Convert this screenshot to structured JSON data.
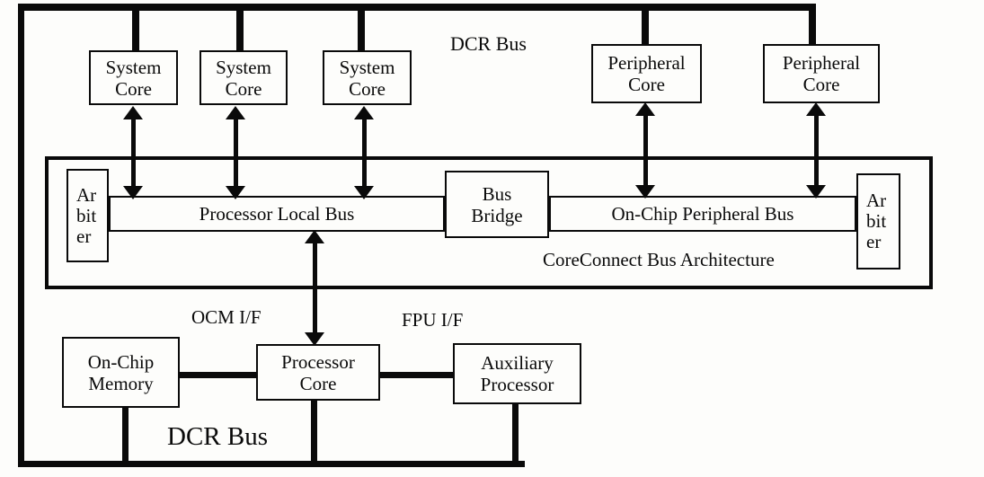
{
  "colors": {
    "ink": "#0a0a0a",
    "background": "#fdfdfb"
  },
  "labels": {
    "dcr_bus_top": "DCR Bus",
    "dcr_bus_bottom": "DCR Bus",
    "core_connect": "CoreConnect Bus Architecture",
    "ocm_if": "OCM I/F",
    "fpu_if": "FPU I/F"
  },
  "nodes": {
    "system_cores": [
      {
        "line1": "System",
        "line2": "Core"
      },
      {
        "line1": "System",
        "line2": "Core"
      },
      {
        "line1": "System",
        "line2": "Core"
      }
    ],
    "peripheral_cores": [
      {
        "line1": "Peripheral",
        "line2": "Core"
      },
      {
        "line1": "Peripheral",
        "line2": "Core"
      }
    ],
    "arbiters": [
      {
        "line1": "Ar",
        "line2": "bit",
        "line3": "er"
      },
      {
        "line1": "Ar",
        "line2": "bit",
        "line3": "er"
      }
    ],
    "processor_local_bus": "Processor Local Bus",
    "bus_bridge": {
      "line1": "Bus",
      "line2": "Bridge"
    },
    "on_chip_peripheral_bus": "On-Chip Peripheral Bus",
    "on_chip_memory": {
      "line1": "On-Chip",
      "line2": "Memory"
    },
    "processor_core": {
      "line1": "Processor",
      "line2": "Core"
    },
    "auxiliary_processor": {
      "line1": "Auxiliary",
      "line2": "Processor"
    }
  }
}
